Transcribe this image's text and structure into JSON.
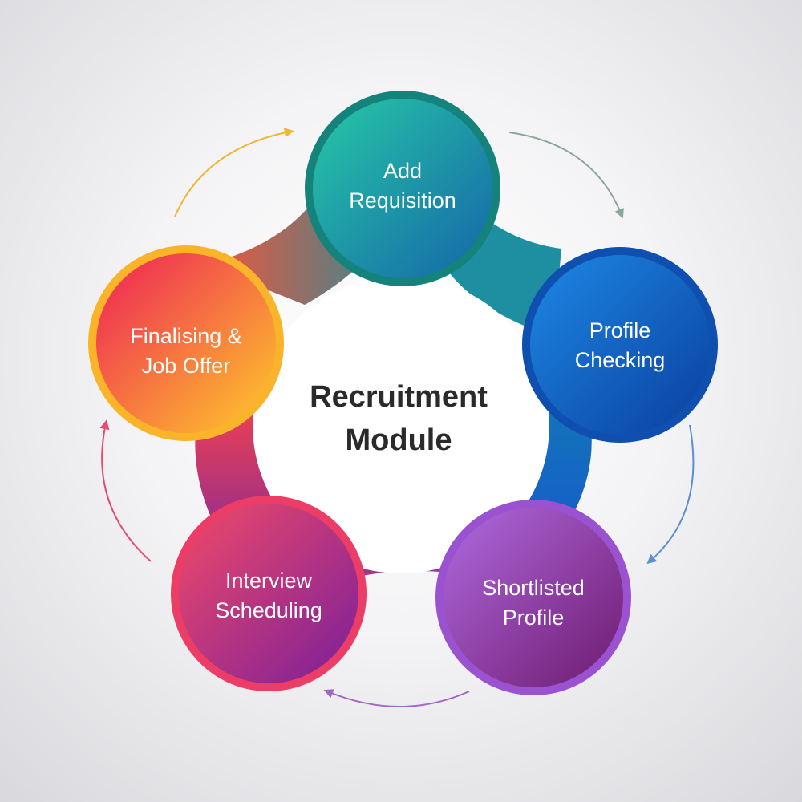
{
  "center": {
    "line1": "Recruitment",
    "line2": "Module"
  },
  "steps": [
    {
      "line1": "Add",
      "line2": "Requisition",
      "color": "#1fb59e"
    },
    {
      "line1": "Profile",
      "line2": "Checking",
      "color": "#0d63c4"
    },
    {
      "line1": "Shortlisted",
      "line2": "Profile",
      "color": "#8a3aa8"
    },
    {
      "line1": "Interview",
      "line2": "Scheduling",
      "color": "#d8306a"
    },
    {
      "line1": "Finalising &",
      "line2": "Job Offer",
      "color": "#f27a2e"
    }
  ],
  "arrow_colors": [
    "#8aa89a",
    "#5b8fd0",
    "#a366c5",
    "#e84a72",
    "#f0b72f"
  ]
}
